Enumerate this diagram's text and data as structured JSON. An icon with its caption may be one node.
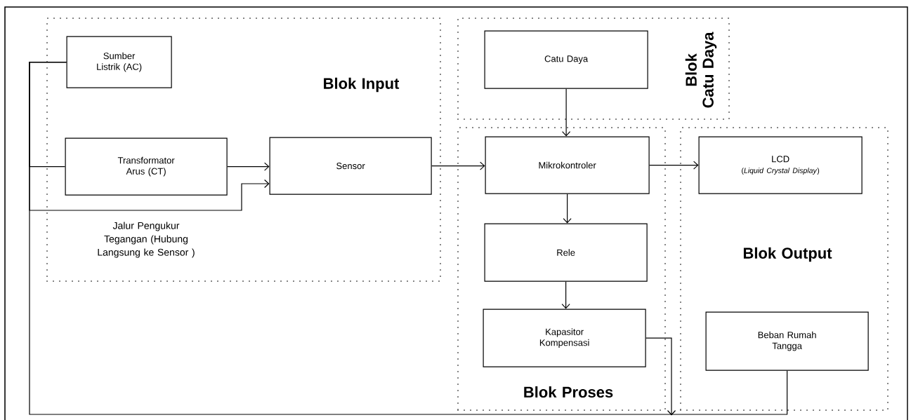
{
  "diagram": {
    "nodes": [
      {
        "text": [
          "Blok Input"
        ]
      },
      {
        "text": [
          "Sumber Listrik (AC)"
        ],
        "in": 0
      },
      {
        "text": [
          "Transformator Arus (CT)"
        ],
        "in": 0
      },
      {
        "text": [
          "Sensor"
        ],
        "in": 0
      },
      {
        "text": [
          "Blok",
          "Catu Daya"
        ]
      },
      {
        "text": [
          "Catu Daya"
        ],
        "in": 4
      },
      {
        "text": [
          "Blok Proses"
        ]
      },
      {
        "text": [
          "Mikrokontroler"
        ],
        "in": 6
      },
      {
        "text": [
          "Rele"
        ],
        "in": 6
      },
      {
        "text": [
          "Kapasitor Kompensasi"
        ],
        "in": 6
      },
      {
        "text": [
          "Blok Output"
        ]
      },
      {
        "text": [
          "LCD",
          "(*Liquid Crystal Display*)"
        ],
        "in": 10
      },
      {
        "text": [
          "Beban Rumah Tangga"
        ],
        "in": 10
      }
    ],
    "edges": [
      {
        "from": 1,
        "to": 2,
        "arrow": "none"
      },
      {
        "from": 1,
        "to": 3,
        "arrow": "to",
        "label": "Jalur Pengukur Tegangan (Hubung Langsung ke Sensor )"
      },
      {
        "from": 2,
        "to": 3,
        "arrow": "to"
      },
      {
        "from": 3,
        "to": 7,
        "arrow": "to"
      },
      {
        "from": 5,
        "to": 7,
        "arrow": "to"
      },
      {
        "from": 7,
        "to": 11,
        "arrow": "to"
      },
      {
        "from": 7,
        "to": 8,
        "arrow": "to"
      },
      {
        "from": 8,
        "to": 9,
        "arrow": "to"
      },
      {
        "from": 9,
        "to": 10,
        "arrow": "to"
      },
      {
        "from": 1,
        "to": 12,
        "arrow": "none"
      }
    ]
  }
}
